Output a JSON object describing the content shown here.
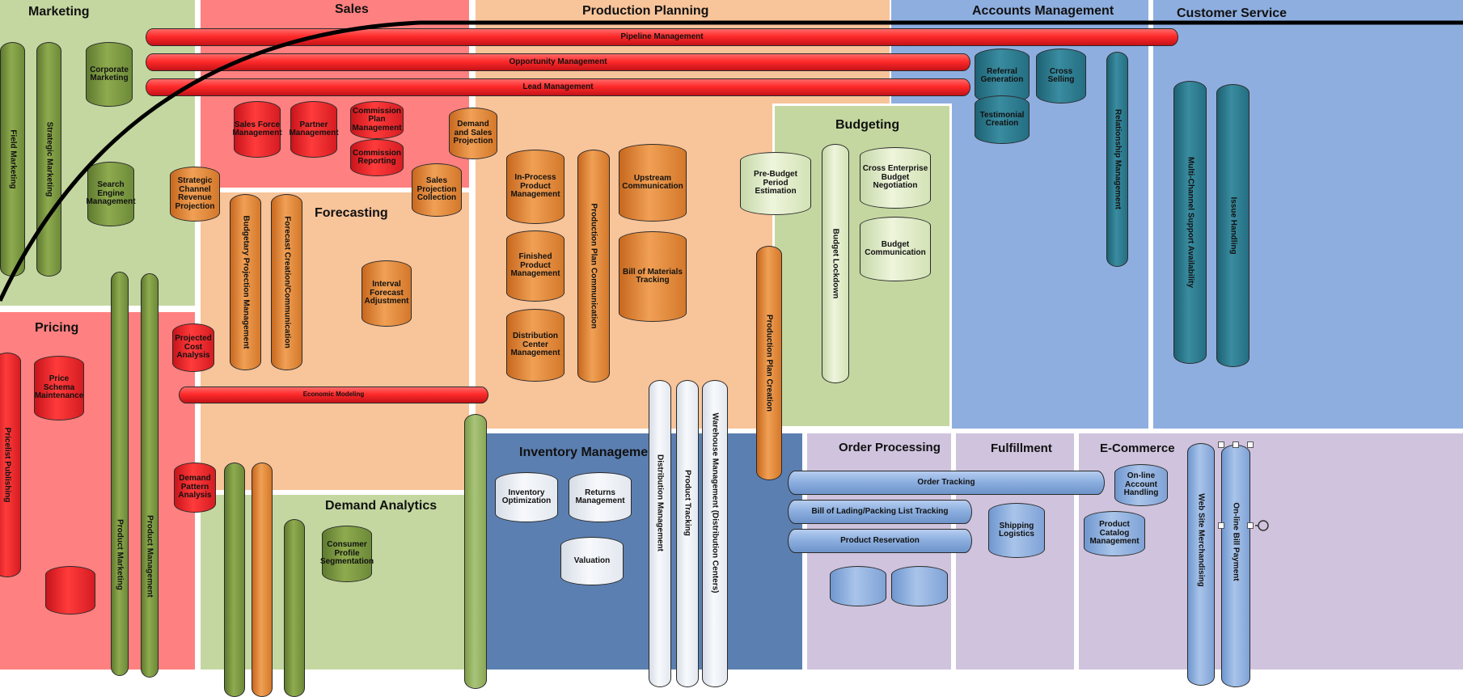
{
  "regions": {
    "marketing": "Marketing",
    "sales": "Sales",
    "production_planning": "Production Planning",
    "accounts_management": "Accounts Management",
    "customer_service": "Customer Service",
    "budgeting": "Budgeting",
    "forecasting": "Forecasting",
    "pricing": "Pricing",
    "inventory_management": "Inventory Management",
    "demand_analytics": "Demand Analytics",
    "order_processing": "Order Processing",
    "fulfillment": "Fulfillment",
    "ecommerce": "E-Commerce"
  },
  "bars": {
    "pipeline": "Pipeline Management",
    "opportunity": "Opportunity Management",
    "lead": "Lead Management",
    "economic": "Economic Modeling",
    "order_tracking": "Order Tracking",
    "bill_of_lading": "Bill of Lading/Packing List Tracking",
    "product_reservation": "Product Reservation"
  },
  "marketing": {
    "field": "Field Marketing",
    "strategic": "Strategic Marketing",
    "corporate": "Corporate Marketing",
    "search_engine": "Search Engine Management"
  },
  "sales": {
    "sales_force": "Sales Force Management",
    "partner": "Partner Management",
    "commission_plan": "Commission Plan Management",
    "commission_reporting": "Commission Reporting",
    "demand_sales_projection": "Demand and Sales Projection",
    "sales_projection_collection": "Sales Projection Collection",
    "strategic_channel": "Strategic Channel Revenue Projection"
  },
  "forecasting": {
    "budgetary": "Budgetary Projection Management",
    "forecast_creation": "Forecast Creation/Communication",
    "interval": "Interval Forecast Adjustment"
  },
  "production": {
    "in_process": "In-Process Product Management",
    "finished": "Finished Product Management",
    "distribution_center": "Distribution Center Management",
    "plan_communication": "Production Plan Communication",
    "upstream": "Upstream Communication",
    "bill_of_materials": "Bill of Materials Tracking",
    "plan_creation": "Production Plan Creation"
  },
  "budgeting": {
    "pre_budget": "Pre-Budget Period Estimation",
    "lockdown": "Budget Lockdown",
    "cross_enterprise": "Cross Enterprise Budget Negotiation",
    "communication": "Budget Communication"
  },
  "accounts": {
    "referral": "Referral Generation",
    "cross_selling": "Cross Selling",
    "testimonial": "Testimonial Creation",
    "relationship": "Relationship Management"
  },
  "customer_service": {
    "multichannel": "Multi-Channel Support Availability",
    "issue": "Issue Handling"
  },
  "pricing": {
    "price_schema": "Price Schema Maintenance",
    "pricelist": "Pricelist Publishing",
    "product_marketing": "Product Marketing",
    "product_management": "Product Management",
    "projected_cost": "Projected Cost Analysis",
    "demand_pattern": "Demand Pattern Analysis"
  },
  "inventory": {
    "optimization": "Inventory Optimization",
    "returns": "Returns Management",
    "valuation": "Valuation",
    "distribution": "Distribution Management",
    "product_tracking": "Product Tracking",
    "warehouse": "Warehouse Management (Distribution Centers)"
  },
  "demand_analytics": {
    "consumer_profile": "Consumer Profile Segmentation"
  },
  "fulfillment": {
    "shipping": "Shipping Logistics"
  },
  "ecommerce": {
    "online_account": "On-line Account Handling",
    "catalog": "Product Catalog Management",
    "merchandising": "Web Site Merchandising",
    "bill_payment": "On-line Bill Payment"
  },
  "colors": {
    "marketing": "#c4d7a0",
    "sales": "#ff8080",
    "production": "#f8c49a",
    "accounts": "#8eaee0",
    "budgeting": "#c4d7a0",
    "inventory": "#5b7fb0",
    "order": "#cfc3dd"
  }
}
